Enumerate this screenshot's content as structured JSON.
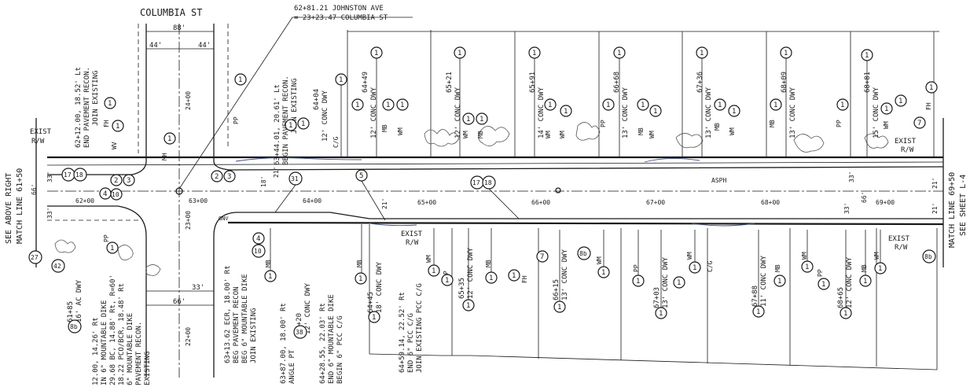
{
  "top": {
    "street_name": "COLUMBIA ST",
    "intersection_note_1": "62+81.21 JOHNSTON AVE",
    "intersection_note_2": "= 23+23.47 COLUMBIA ST",
    "width_total": "88'",
    "width_left": "44'",
    "width_right": "44'",
    "station_cross_upper": "24+00",
    "station_cross_lower": "23+00",
    "station_cross_bottom": "22+00"
  },
  "left_edge": {
    "match_1": "SEE ABOVE RIGHT",
    "match_2": "MATCH LINE 61+50",
    "exist": "EXIST",
    "rw": "R/W",
    "dim_33a": "33'",
    "dim_66": "66'",
    "dim_33b": "33'"
  },
  "right_edge": {
    "match_1": "MATCH LINE 69+50",
    "match_2": "SEE SHEET L-4"
  },
  "stations": [
    "62+00",
    "63+00",
    "64+00",
    "65+00",
    "66+00",
    "67+00",
    "68+00",
    "69+00"
  ],
  "road": {
    "asph": "ASPH",
    "gnv": "GNV",
    "dim_18": "18'",
    "dim_21a": "21'",
    "dim_21b": "21'",
    "dim_33r": "33'",
    "dim_66r": "66'",
    "dim_21r1": "21'",
    "dim_21r2": "21'",
    "exist_left": "EXIST",
    "rw_left": "R/W",
    "exist_right_top": "EXIST",
    "rw_right_top": "R/W",
    "exist_bottom": "EXIST",
    "rw_bottom": "R/W",
    "dim_66b": "66'",
    "dim_33b": "33'"
  },
  "top_callouts": [
    "62+12.00, 18.52' Lt",
    "END PAVEMENT RECON.",
    "JOIN EXISTING",
    "63+44.01, 20.61' Lt",
    "BEGIN PAVEMENT RECON.",
    "JOIN EXISTING",
    "64+04",
    "12' CONC DWY",
    "64+49",
    "12' CONC DWY",
    "65+21",
    "12' CONC DWY",
    "65+91",
    "14' CONC DWY",
    "66+68",
    "13' CONC DWY",
    "67+36",
    "13' CONC DWY",
    "68+09",
    "13' CONC DWY",
    "68+81",
    "15' CONC DWY"
  ],
  "top_small_labels": [
    "FH",
    "WV",
    "MH",
    "PP",
    "C/G",
    "MB",
    "WM",
    "WM",
    "MB",
    "WM",
    "WM",
    "PP",
    "MB",
    "WM",
    "MB",
    "WM",
    "MB",
    "PP",
    "WM",
    "FH"
  ],
  "bottom_callouts": [
    "61+85",
    "16' AC DWY",
    "12.00, 14.26' Rt",
    "IN 6\" MOUNTABLE DIKE",
    "29.68 BC, 14.88' Rt, R=60'",
    "18.22 PCO/BCR, 18.48' Rt",
    "6\" MOUNTABLE DIKE",
    "PAVEMENT RECON.",
    "EXISTING",
    "63+13.62 ECR, 18.00' Rt",
    "BEG PAVEMENT RECON",
    "BEG 6\" MOUNTABLE DIKE",
    "JOIN EXISTING",
    "63+87.00, 18.00' Rt",
    "ANGLE PT",
    "64+20",
    "12' CONC DWY",
    "64+28.55, 22.03' Rt",
    "END 6\" MOUNTABLE DIKE",
    "BEGIN 6\" PCC C/G",
    "64+45",
    "18' CONC DWY",
    "64+59.14, 22.52' Rt",
    "END 6\" PCC C/G",
    "JOIN EXISTING PCC C/G",
    "65+35",
    "12' CONC DWY",
    "66+15",
    "13' CONC DWY",
    "67+03",
    "13' CONC DWY",
    "67+88",
    "11' CONC DWY",
    "68+65",
    "12' CONC DWY"
  ],
  "bottom_small_labels": [
    "PP",
    "MB",
    "MB",
    "WM",
    "PP",
    "MB",
    "FH",
    "WM",
    "PP",
    "WM",
    "C/G",
    "MB",
    "WM",
    "PP",
    "MB",
    "WM"
  ],
  "bubbles": [
    "1",
    "2",
    "3",
    "4",
    "5",
    "7",
    "8b",
    "10",
    "17",
    "18",
    "27",
    "31",
    "38",
    "42"
  ],
  "bottom_dims": {
    "d33": "33'",
    "d66": "66'"
  }
}
